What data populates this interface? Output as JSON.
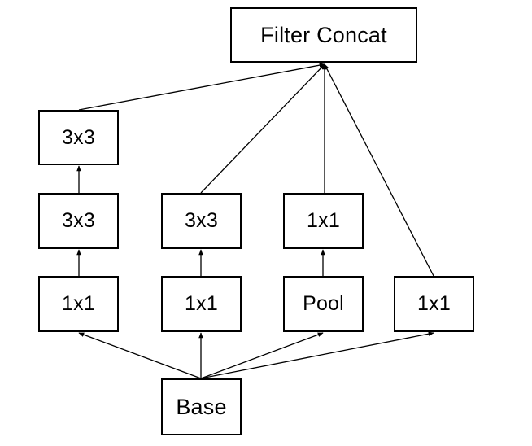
{
  "nodes": {
    "filter_concat": "Filter Concat",
    "branch1_top": "3x3",
    "branch1_mid": "3x3",
    "branch1_bottom": "1x1",
    "branch2_top": "3x3",
    "branch2_bottom": "1x1",
    "branch3_top": "1x1",
    "branch3_bottom": "Pool",
    "branch4": "1x1",
    "base": "Base"
  }
}
